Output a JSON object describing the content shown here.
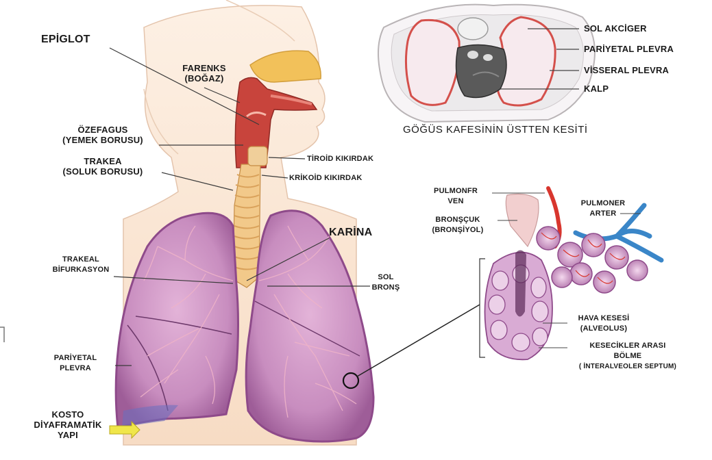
{
  "labels": {
    "epiglot": "EPİGLOT",
    "farenks_1": "FARENKS",
    "farenks_2": "(BOĞAZ)",
    "ozefagus_1": "ÖZEFAGUS",
    "ozefagus_2": "(YEMEK BORUSU)",
    "trakea_1": "TRAKEA",
    "trakea_2": "(SOLUK BORUSU)",
    "tiroid": "TİROİD KIKIRDAK",
    "krikoid": "KRİKOİD KIKIRDAK",
    "karina": "KARİNA",
    "trakeal_1": "TRAKEAL",
    "trakeal_2": "BİFURKASYON",
    "sol_brons_1": "SOL",
    "sol_brons_2": "BRONŞ",
    "pariyetal_1": "PARİYETAL",
    "pariyetal_2": "PLEVRA",
    "kosto_1": "KOSTO",
    "kosto_2": "DİYAFRAMATİK",
    "kosto_3": "YAPI",
    "sol_akciger": "SOL AKCİGER",
    "pariyetal_plevra": "PARİYETAL PLEVRA",
    "visseral_plevra": "VİSSERAL PLEVRA",
    "kalp": "KALP",
    "gogus_caption": "GÖĞÜS KAFESİNİN ÜSTTEN KESİTİ",
    "pulmoner_ven_1": "PULMONFR",
    "pulmoner_ven_2": "VEN",
    "pulmoner_arter_1": "PULMONER",
    "pulmoner_arter_2": "ARTER",
    "bronscuk_1": "BRONŞÇUK",
    "bronscuk_2": "(BRONŞİYOL)",
    "hava_kesesi_1": "HAVA KESESİ",
    "hava_kesesi_2": "(ALVEOLUS)",
    "kesecikler_1": "KESECİKLER ARASI",
    "kesecikler_2": "BÖLME",
    "kesecikler_3": "( İNTERALVEOLER SEPTUM)"
  },
  "colors": {
    "lung_fill": "#c98fc0",
    "lung_edge": "#8e4a8a",
    "lung_vessel": "#e8a0b8",
    "trachea": "#f2c98a",
    "trachea_ring": "#d9a15a",
    "tongue": "#f0c860",
    "pharynx": "#c8443c",
    "skin": "#fbe6d4",
    "artery": "#3a86c8",
    "vein": "#d8362e",
    "leader": "#333333"
  }
}
